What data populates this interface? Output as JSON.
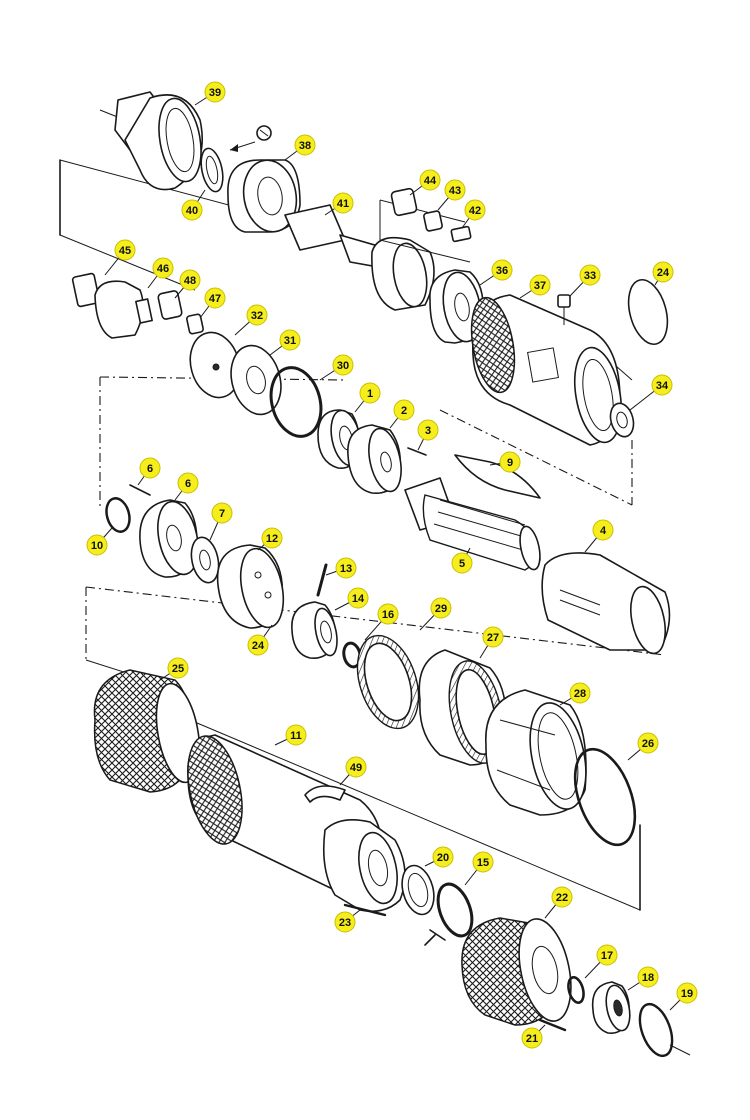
{
  "labels": [
    {
      "id": "39",
      "text": "39"
    },
    {
      "id": "38",
      "text": "38"
    },
    {
      "id": "40",
      "text": "40"
    },
    {
      "id": "41",
      "text": "41"
    },
    {
      "id": "44",
      "text": "44"
    },
    {
      "id": "43",
      "text": "43"
    },
    {
      "id": "42",
      "text": "42"
    },
    {
      "id": "45",
      "text": "45"
    },
    {
      "id": "46",
      "text": "46"
    },
    {
      "id": "48",
      "text": "48"
    },
    {
      "id": "47",
      "text": "47"
    },
    {
      "id": "32",
      "text": "32"
    },
    {
      "id": "31",
      "text": "31"
    },
    {
      "id": "30",
      "text": "30"
    },
    {
      "id": "36",
      "text": "36"
    },
    {
      "id": "37",
      "text": "37"
    },
    {
      "id": "33",
      "text": "33"
    },
    {
      "id": "24a",
      "text": "24"
    },
    {
      "id": "34",
      "text": "34"
    },
    {
      "id": "1",
      "text": "1"
    },
    {
      "id": "2",
      "text": "2"
    },
    {
      "id": "3",
      "text": "3"
    },
    {
      "id": "9",
      "text": "9"
    },
    {
      "id": "6a",
      "text": "6"
    },
    {
      "id": "6b",
      "text": "6"
    },
    {
      "id": "10",
      "text": "10"
    },
    {
      "id": "7",
      "text": "7"
    },
    {
      "id": "12",
      "text": "12"
    },
    {
      "id": "13",
      "text": "13"
    },
    {
      "id": "14",
      "text": "14"
    },
    {
      "id": "16",
      "text": "16"
    },
    {
      "id": "29",
      "text": "29"
    },
    {
      "id": "5",
      "text": "5"
    },
    {
      "id": "4",
      "text": "4"
    },
    {
      "id": "24b",
      "text": "24"
    },
    {
      "id": "27",
      "text": "27"
    },
    {
      "id": "25",
      "text": "25"
    },
    {
      "id": "11",
      "text": "11"
    },
    {
      "id": "49",
      "text": "49"
    },
    {
      "id": "28",
      "text": "28"
    },
    {
      "id": "26",
      "text": "26"
    },
    {
      "id": "20",
      "text": "20"
    },
    {
      "id": "15",
      "text": "15"
    },
    {
      "id": "22",
      "text": "22"
    },
    {
      "id": "23",
      "text": "23"
    },
    {
      "id": "17",
      "text": "17"
    },
    {
      "id": "18",
      "text": "18"
    },
    {
      "id": "19",
      "text": "19"
    },
    {
      "id": "21",
      "text": "21"
    }
  ],
  "colors": {
    "badge_fill": "#f5ee1c",
    "line": "#1a1a1a"
  }
}
